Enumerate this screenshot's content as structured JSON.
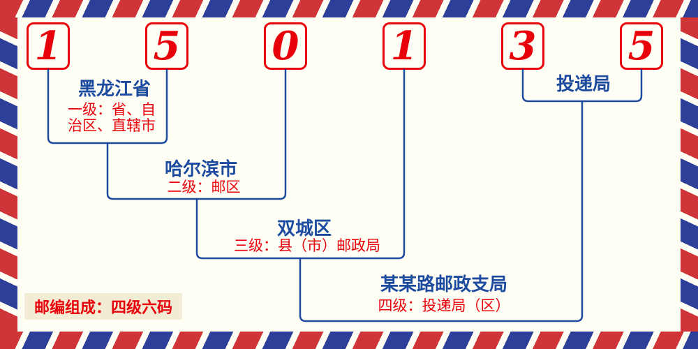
{
  "code": {
    "digits": [
      "1",
      "5",
      "0",
      "1",
      "3",
      "5"
    ]
  },
  "levels": [
    {
      "name": "黑龙江省",
      "desc_lines": [
        "一级：省、自",
        "治区、直辖市"
      ]
    },
    {
      "name": "哈尔滨市",
      "desc": "二级：邮区"
    },
    {
      "name": "双城区",
      "desc": "三级：县（市）邮政局"
    },
    {
      "name": "某某路邮政支局",
      "desc": "四级：投递局（区）"
    },
    {
      "name": "投递局"
    }
  ],
  "footer": {
    "composition_label": "邮编组成：四级六码"
  },
  "colors": {
    "digit_red": "#e8000b",
    "label_blue": "#1c4ba0",
    "stripe_red": "#ce3438",
    "stripe_blue": "#2e3f9a"
  }
}
